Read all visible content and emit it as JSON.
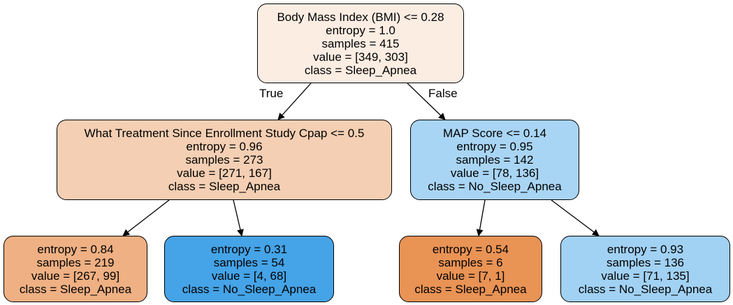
{
  "nodes": [
    {
      "id": "root",
      "lines": [
        "Body Mass Index (BMI) <= 0.28",
        "entropy = 1.0",
        "samples = 415",
        "value = [349, 303]",
        "class = Sleep_Apnea"
      ],
      "fill": "#fcede3"
    },
    {
      "id": "left",
      "lines": [
        "What Treatment Since Enrollment Study Cpap <= 0.5",
        "entropy = 0.96",
        "samples = 273",
        "value = [271, 167]",
        "class = Sleep_Apnea"
      ],
      "fill": "#f4cfb3"
    },
    {
      "id": "right",
      "lines": [
        "MAP Score <= 0.14",
        "entropy = 0.95",
        "samples = 142",
        "value = [78, 136]",
        "class = No_Sleep_Apnea"
      ],
      "fill": "#a9d5f4"
    },
    {
      "id": "leaf-1",
      "lines": [
        "entropy = 0.84",
        "samples = 219",
        "value = [267, 99]",
        "class = Sleep_Apnea"
      ],
      "fill": "#efb083"
    },
    {
      "id": "leaf-2",
      "lines": [
        "entropy = 0.31",
        "samples = 54",
        "value = [4, 68]",
        "class = No_Sleep_Apnea"
      ],
      "fill": "#45a3e7"
    },
    {
      "id": "leaf-3",
      "lines": [
        "entropy = 0.54",
        "samples = 6",
        "value = [7, 1]",
        "class = Sleep_Apnea"
      ],
      "fill": "#e99355"
    },
    {
      "id": "leaf-4",
      "lines": [
        "entropy = 0.93",
        "samples = 136",
        "value = [71, 135]",
        "class = No_Sleep_Apnea"
      ],
      "fill": "#a1d1f3"
    }
  ],
  "edges": [
    {
      "from": "root",
      "to": "left",
      "label": "True"
    },
    {
      "from": "root",
      "to": "right",
      "label": "False"
    },
    {
      "from": "left",
      "to": "leaf-1",
      "label": ""
    },
    {
      "from": "left",
      "to": "leaf-2",
      "label": ""
    },
    {
      "from": "right",
      "to": "leaf-3",
      "label": ""
    },
    {
      "from": "right",
      "to": "leaf-4",
      "label": ""
    }
  ]
}
